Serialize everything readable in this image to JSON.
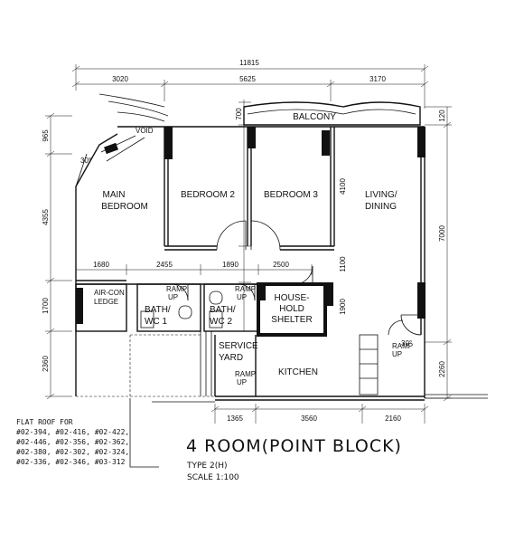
{
  "dimensions": {
    "overall": "11815",
    "top": [
      "3020",
      "5625",
      "3170"
    ],
    "left": [
      "965",
      "4355",
      "1700",
      "2360"
    ],
    "right": [
      "120",
      "7000",
      "2260"
    ],
    "inner_vertical": [
      "700",
      "4100",
      "1100",
      "1900"
    ],
    "middle": [
      "1680",
      "2455",
      "1890",
      "2500"
    ],
    "bottom": [
      "1365",
      "3560",
      "2160"
    ],
    "angle": "30°",
    "angle_small": "30°"
  },
  "rooms": {
    "balcony": "BALCONY",
    "void": "VOID",
    "main_bedroom": [
      "MAIN",
      "BEDROOM"
    ],
    "bedroom2": "BEDROOM 2",
    "bedroom3": "BEDROOM 3",
    "living": [
      "LIVING/",
      "DINING"
    ],
    "aircon": [
      "AIR-CON",
      "LEDGE"
    ],
    "bath1": [
      "BATH/",
      "WC 1"
    ],
    "bath2": [
      "BATH/",
      "WC 2"
    ],
    "shelter": [
      "HOUSE-",
      "HOLD",
      "SHELTER"
    ],
    "service_yard": [
      "SERVICE",
      "YARD"
    ],
    "kitchen": "KITCHEN",
    "ramp1": [
      "RAMP",
      "UP"
    ],
    "ramp2": [
      "RAMP",
      "UP"
    ],
    "ramp3": [
      "RAMP",
      "UP"
    ],
    "ramp4": [
      "RAMP",
      "UP"
    ]
  },
  "flat_roof_notes": [
    "FLAT ROOF FOR",
    "#02-394, #02-416, #02-422,",
    "#02-446, #02-356, #02-362,",
    "#02-380, #02-302, #02-324,",
    "#02-336, #02-346, #03-312"
  ],
  "title": "4 ROOM(POINT BLOCK)",
  "type_label": "TYPE 2(H)",
  "scale_label": "SCALE 1:100"
}
